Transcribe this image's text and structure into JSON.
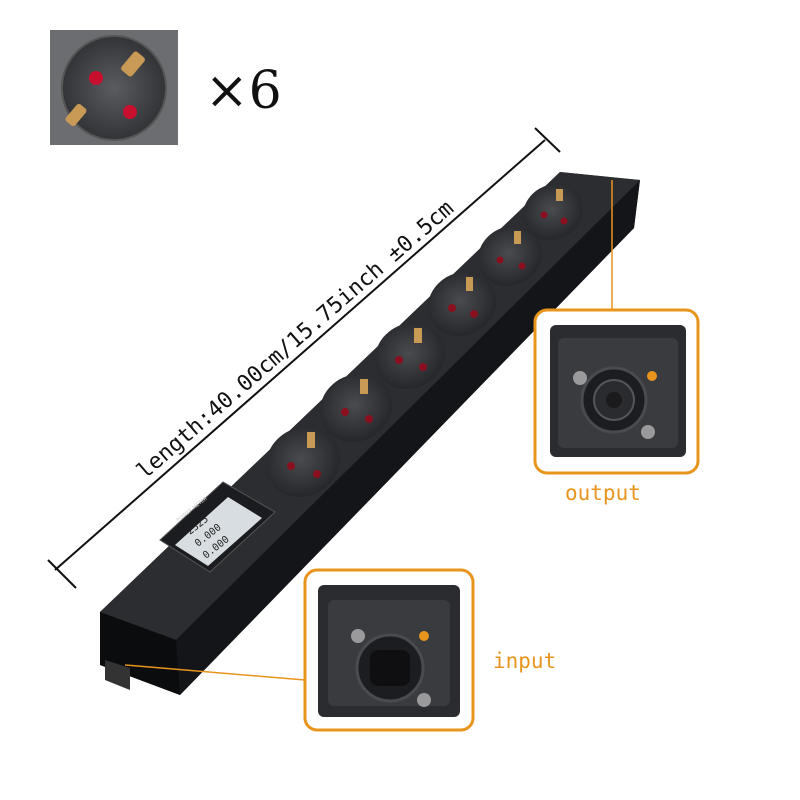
{
  "socket_count": "×6",
  "dimension": "length:40.00cm/15.75inch  ±0.5cm",
  "callouts": {
    "output": "output",
    "input": "input"
  },
  "meter_readings": [
    "2325",
    "0.000",
    "0.000"
  ],
  "meter_title": "POWER METER",
  "colors": {
    "callout_orange": "#e8951e",
    "body": "#1f2124",
    "socket": "#3a3b3e",
    "pin_brass": "#c89a55",
    "pin_hole": "#c8102e"
  },
  "icons": [
    "schuko-socket",
    "powercon-connector",
    "screw",
    "digital-meter"
  ]
}
